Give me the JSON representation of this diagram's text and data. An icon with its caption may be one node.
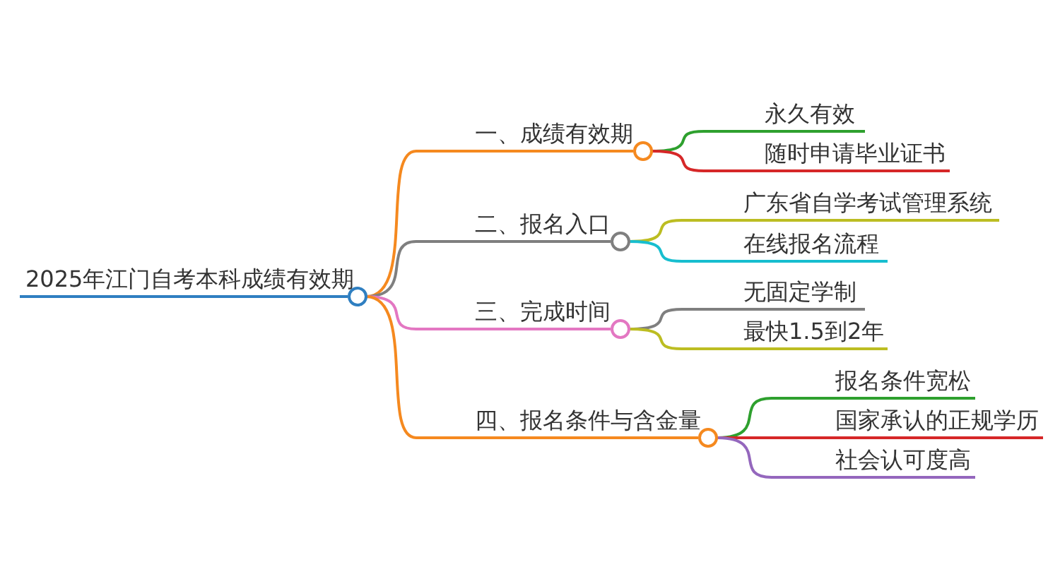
{
  "diagram": {
    "nodes": [
      {
        "text": [
          "2025年江门自考本科成绩有效期"
        ]
      },
      {
        "text": [
          "一、成绩有效期"
        ]
      },
      {
        "text": [
          "永久有效"
        ]
      },
      {
        "text": [
          "随时申请毕业证书"
        ]
      },
      {
        "text": [
          "二、报名入口"
        ]
      },
      {
        "text": [
          "广东省自学考试管理系统"
        ]
      },
      {
        "text": [
          "在线报名流程"
        ]
      },
      {
        "text": [
          "三、完成时间"
        ]
      },
      {
        "text": [
          "无固定学制"
        ]
      },
      {
        "text": [
          "最快1.5到2年"
        ]
      },
      {
        "text": [
          "四、报名条件与含金量"
        ]
      },
      {
        "text": [
          "报名条件宽松"
        ]
      },
      {
        "text": [
          "国家承认的正规学历"
        ]
      },
      {
        "text": [
          "社会认可度高"
        ]
      }
    ],
    "edges": [
      {
        "from": 0,
        "to": 1,
        "arrow": "none",
        "color": "#f5891f"
      },
      {
        "from": 1,
        "to": 2,
        "arrow": "none",
        "color": "#2ea02e"
      },
      {
        "from": 1,
        "to": 3,
        "arrow": "none",
        "color": "#d62728"
      },
      {
        "from": 0,
        "to": 4,
        "arrow": "none",
        "color": "#7f7f7f"
      },
      {
        "from": 4,
        "to": 5,
        "arrow": "none",
        "color": "#bcbd22"
      },
      {
        "from": 4,
        "to": 6,
        "arrow": "none",
        "color": "#17becf"
      },
      {
        "from": 0,
        "to": 7,
        "arrow": "none",
        "color": "#e377c2"
      },
      {
        "from": 7,
        "to": 8,
        "arrow": "none",
        "color": "#7f7f7f"
      },
      {
        "from": 7,
        "to": 9,
        "arrow": "none",
        "color": "#bcbd22"
      },
      {
        "from": 0,
        "to": 10,
        "arrow": "none",
        "color": "#f5891f"
      },
      {
        "from": 10,
        "to": 11,
        "arrow": "none",
        "color": "#2ea02e"
      },
      {
        "from": 10,
        "to": 12,
        "arrow": "none",
        "color": "#d62728"
      },
      {
        "from": 10,
        "to": 13,
        "arrow": "none",
        "color": "#9467bd"
      }
    ]
  }
}
